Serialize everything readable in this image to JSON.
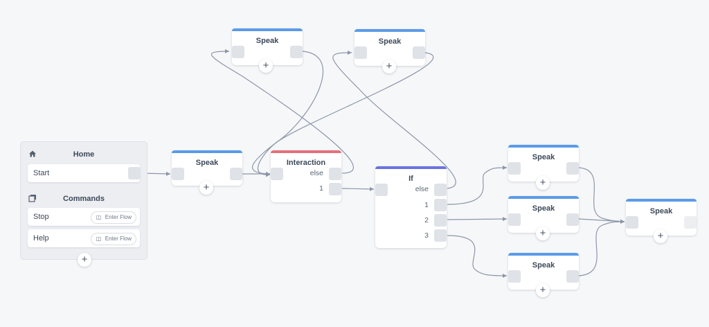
{
  "colors": {
    "speak": "#5b9be8",
    "interaction": "#e4707b",
    "if": "#6a73e0",
    "link": "#8b96a8"
  },
  "panel": {
    "home_title": "Home",
    "home_icon": "home-icon",
    "start_label": "Start",
    "commands_title": "Commands",
    "commands_icon": "stack-icon",
    "commands": [
      {
        "label": "Stop",
        "action": "Enter Flow"
      },
      {
        "label": "Help",
        "action": "Enter Flow"
      }
    ]
  },
  "nodes": {
    "speak_main": {
      "title": "Speak"
    },
    "speak_top1": {
      "title": "Speak"
    },
    "speak_top2": {
      "title": "Speak"
    },
    "interaction": {
      "title": "Interaction",
      "rows": [
        "else",
        "1"
      ]
    },
    "if": {
      "title": "If",
      "rows": [
        "else",
        "1",
        "2",
        "3"
      ]
    },
    "speak_r1": {
      "title": "Speak"
    },
    "speak_r2": {
      "title": "Speak"
    },
    "speak_r3": {
      "title": "Speak"
    },
    "speak_final": {
      "title": "Speak"
    }
  },
  "add_symbol": "+"
}
